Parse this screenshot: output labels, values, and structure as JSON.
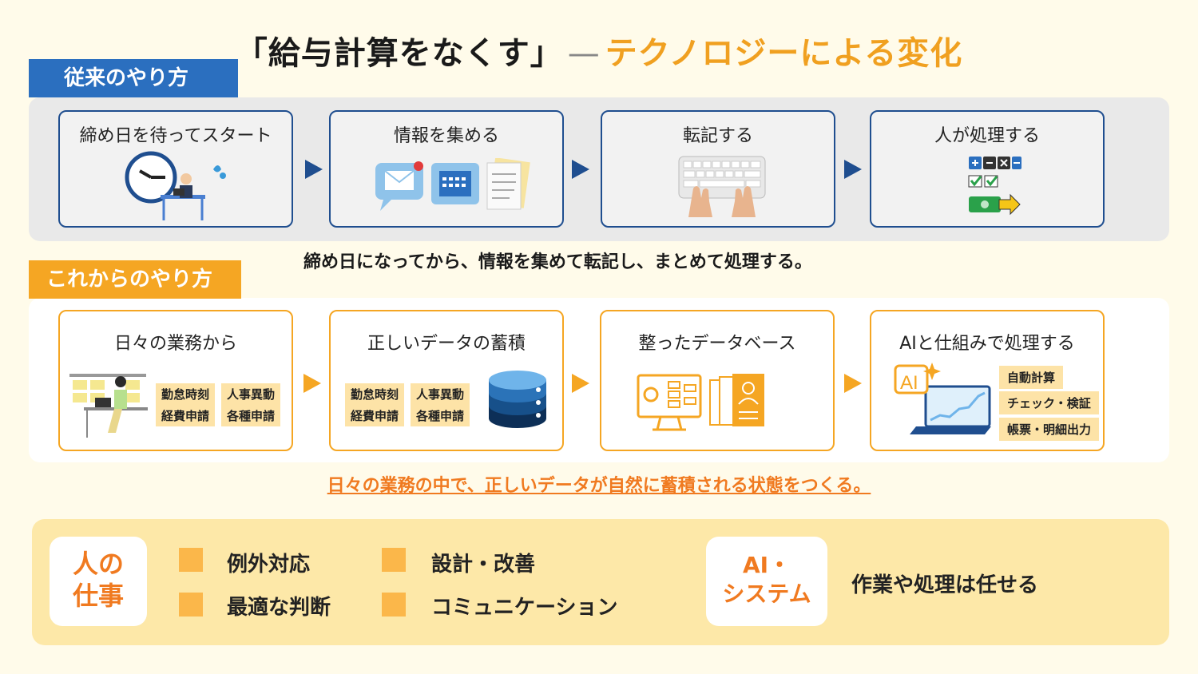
{
  "title": {
    "part1": "「給与計算をなくす」",
    "dash": "—",
    "part2": "テクノロジーによる変化"
  },
  "old_way": {
    "tab": "従来のやり方",
    "steps": [
      {
        "label": "締め日を待ってスタート"
      },
      {
        "label": "情報を集める"
      },
      {
        "label": "転記する"
      },
      {
        "label": "人が処理する"
      }
    ],
    "summary": "締め日になってから、情報を集めて転記し、まとめて処理する。"
  },
  "new_way": {
    "tab": "これからのやり方",
    "steps": [
      {
        "label": "日々の業務から",
        "chips": [
          "勤怠時刻",
          "人事異動",
          "経費申請",
          "各種申請"
        ]
      },
      {
        "label": "正しいデータの蓄積",
        "chips": [
          "勤怠時刻",
          "人事異動",
          "経費申請",
          "各種申請"
        ]
      },
      {
        "label": "整ったデータベース"
      },
      {
        "label": "AIと仕組みで処理する",
        "chips": [
          "自動計算",
          "チェック・検証",
          "帳票・明細出力"
        ],
        "ai_badge": "AI"
      }
    ],
    "summary": "日々の業務の中で、正しいデータが自然に蓄積される状態をつくる。"
  },
  "bottom": {
    "human_label_line1": "人の",
    "human_label_line2": "仕事",
    "human_items": [
      "例外対応",
      "設計・改善",
      "最適な判断",
      "コミュニケーション"
    ],
    "ai_label_line1": "AI・",
    "ai_label_line2": "システム",
    "ai_text": "作業や処理は任せる"
  },
  "colors": {
    "blue": "#1f4e8f",
    "orange": "#f5a623",
    "accent_text": "#f07a20"
  }
}
